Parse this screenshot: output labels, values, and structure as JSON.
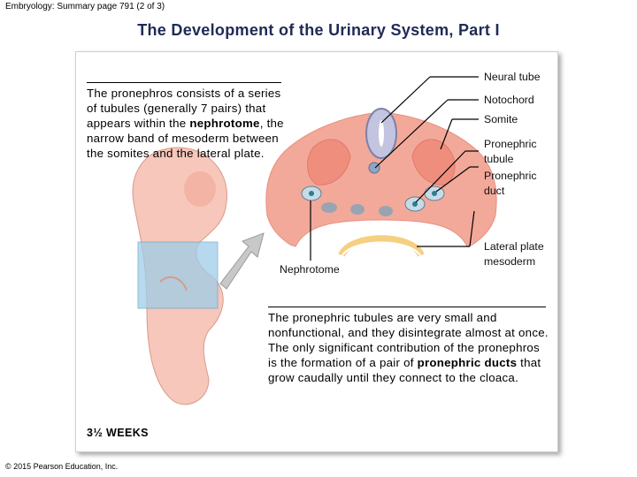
{
  "header": {
    "source": "Embryology: Summary page 791 (2 of 3)"
  },
  "title": "The Development of the Urinary System, Part I",
  "intro": {
    "part1": "The pronephros consists of a series of tubules (generally 7 pairs) that appears within the ",
    "bold": "nephrotome",
    "part2": ", the narrow band of mesoderm between the somites and the lateral plate."
  },
  "labels": {
    "neural_tube": "Neural tube",
    "notochord": "Notochord",
    "somite": "Somite",
    "pronephric_tubule": "Pronephric tubule",
    "pronephric_duct": "Pronephric duct",
    "lateral_plate_mesoderm": "Lateral plate mesoderm",
    "nephrotome": "Nephrotome"
  },
  "summary": {
    "part1": "The pronephric tubules are very small and nonfunctional, and they disintegrate almost at once. The only significant contribution of the pronephros is the formation of a pair of ",
    "bold": "pronephric ducts",
    "part2": " that grow caudally until they connect to the cloaca."
  },
  "stage_label": "3½ WEEKS",
  "copyright": "© 2015 Pearson Education, Inc.",
  "colors": {
    "title": "#1f2a55",
    "tissue": "#f2a99a",
    "embryo_skin": "#f6c7ba",
    "plane": "#9fcde8",
    "neural_tube": "#c2c4e0",
    "arrow": "#c8c8c8"
  }
}
